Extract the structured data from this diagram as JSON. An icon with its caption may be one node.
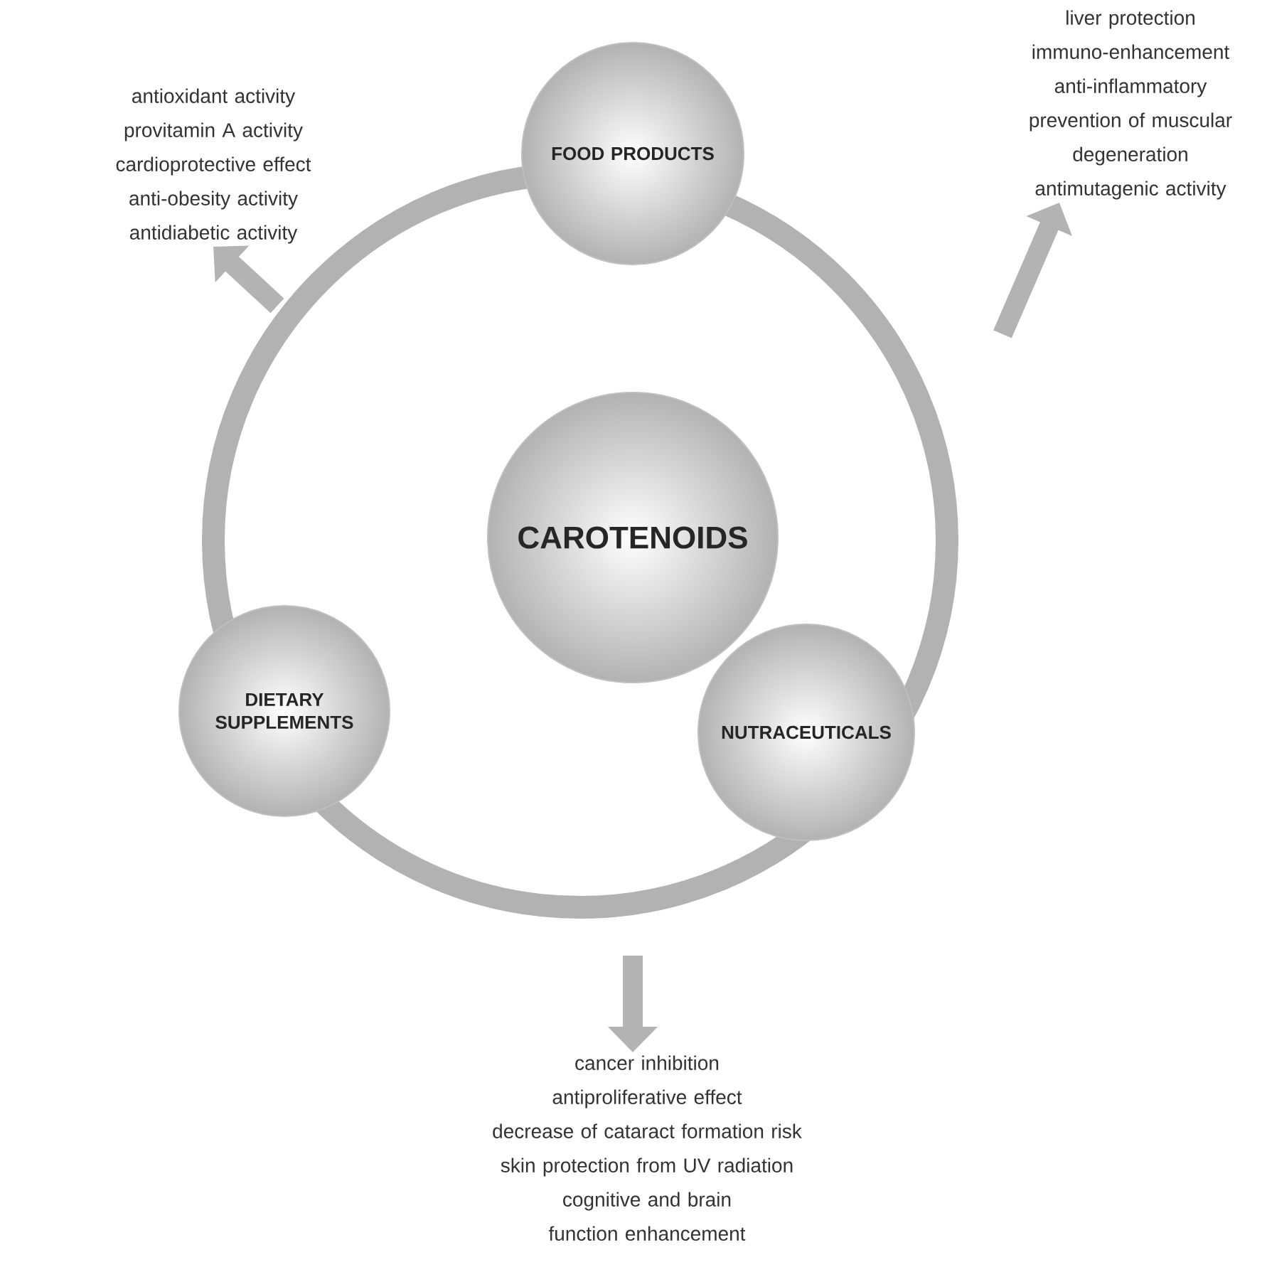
{
  "diagram": {
    "nodes": [
      {
        "text": [
          "CAROTENOIDS"
        ]
      },
      {
        "text": [
          "FOOD PRODUCTS"
        ]
      },
      {
        "text": [
          "NUTRACEUTICALS"
        ]
      },
      {
        "text": [
          "DIETARY SUPPLEMENTS"
        ]
      },
      {
        "text": [
          "antioxidant activity",
          "provitamin A activity",
          "cardioprotective effect",
          "anti-obesity activity",
          "antidiabetic activity"
        ]
      },
      {
        "text": [
          "liver protection",
          "immuno-enhancement",
          "anti-inflammatory",
          "prevention of muscular degeneration",
          "antimutagenic activity"
        ]
      },
      {
        "text": [
          "cancer inhibition",
          "antiproliferative effect",
          "decrease of cataract formation risk",
          "skin protection from UV radiation",
          "cognitive and brain function enhancement"
        ]
      }
    ],
    "edges": [
      {
        "from": null,
        "to": 4,
        "arrow": "to"
      },
      {
        "from": null,
        "to": 5,
        "arrow": "to"
      },
      {
        "from": null,
        "to": 6,
        "arrow": "to"
      }
    ]
  }
}
